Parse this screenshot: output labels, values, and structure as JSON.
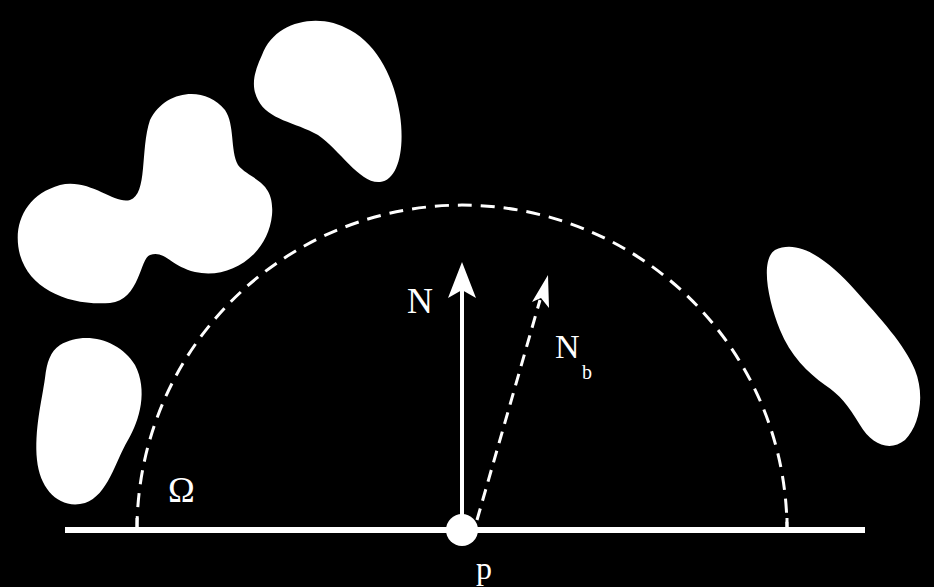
{
  "diagram": {
    "labels": [
      "Ω",
      "N",
      "N",
      "b",
      "p"
    ]
  }
}
